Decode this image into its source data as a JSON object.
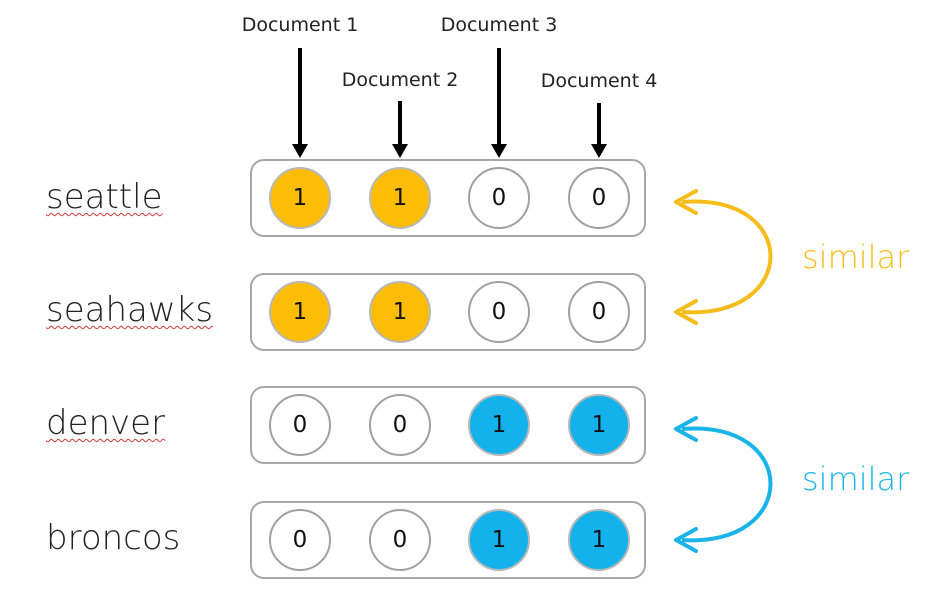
{
  "documents": [
    "Document 1",
    "Document 2",
    "Document 3",
    "Document 4"
  ],
  "rows": [
    {
      "word": "seattle",
      "values": [
        1,
        1,
        0,
        0
      ],
      "accent": "#fdbd05",
      "spell_underline": true
    },
    {
      "word": "seahawks",
      "values": [
        1,
        1,
        0,
        0
      ],
      "accent": "#fdbd05",
      "spell_underline": true
    },
    {
      "word": "denver",
      "values": [
        0,
        0,
        1,
        1
      ],
      "accent": "#14b2ec",
      "spell_underline": true
    },
    {
      "word": "broncos",
      "values": [
        0,
        0,
        1,
        1
      ],
      "accent": "#14b2ec",
      "spell_underline": false
    }
  ],
  "relations": [
    {
      "label": "similar",
      "rows": [
        0,
        1
      ],
      "color": "#f5bd1c"
    },
    {
      "label": "similar",
      "rows": [
        2,
        3
      ],
      "color": "#1ab4e8"
    }
  ],
  "colors": {
    "yellow": "#fdbd05",
    "blue": "#14b2ec",
    "border": "#a6a6a6"
  }
}
